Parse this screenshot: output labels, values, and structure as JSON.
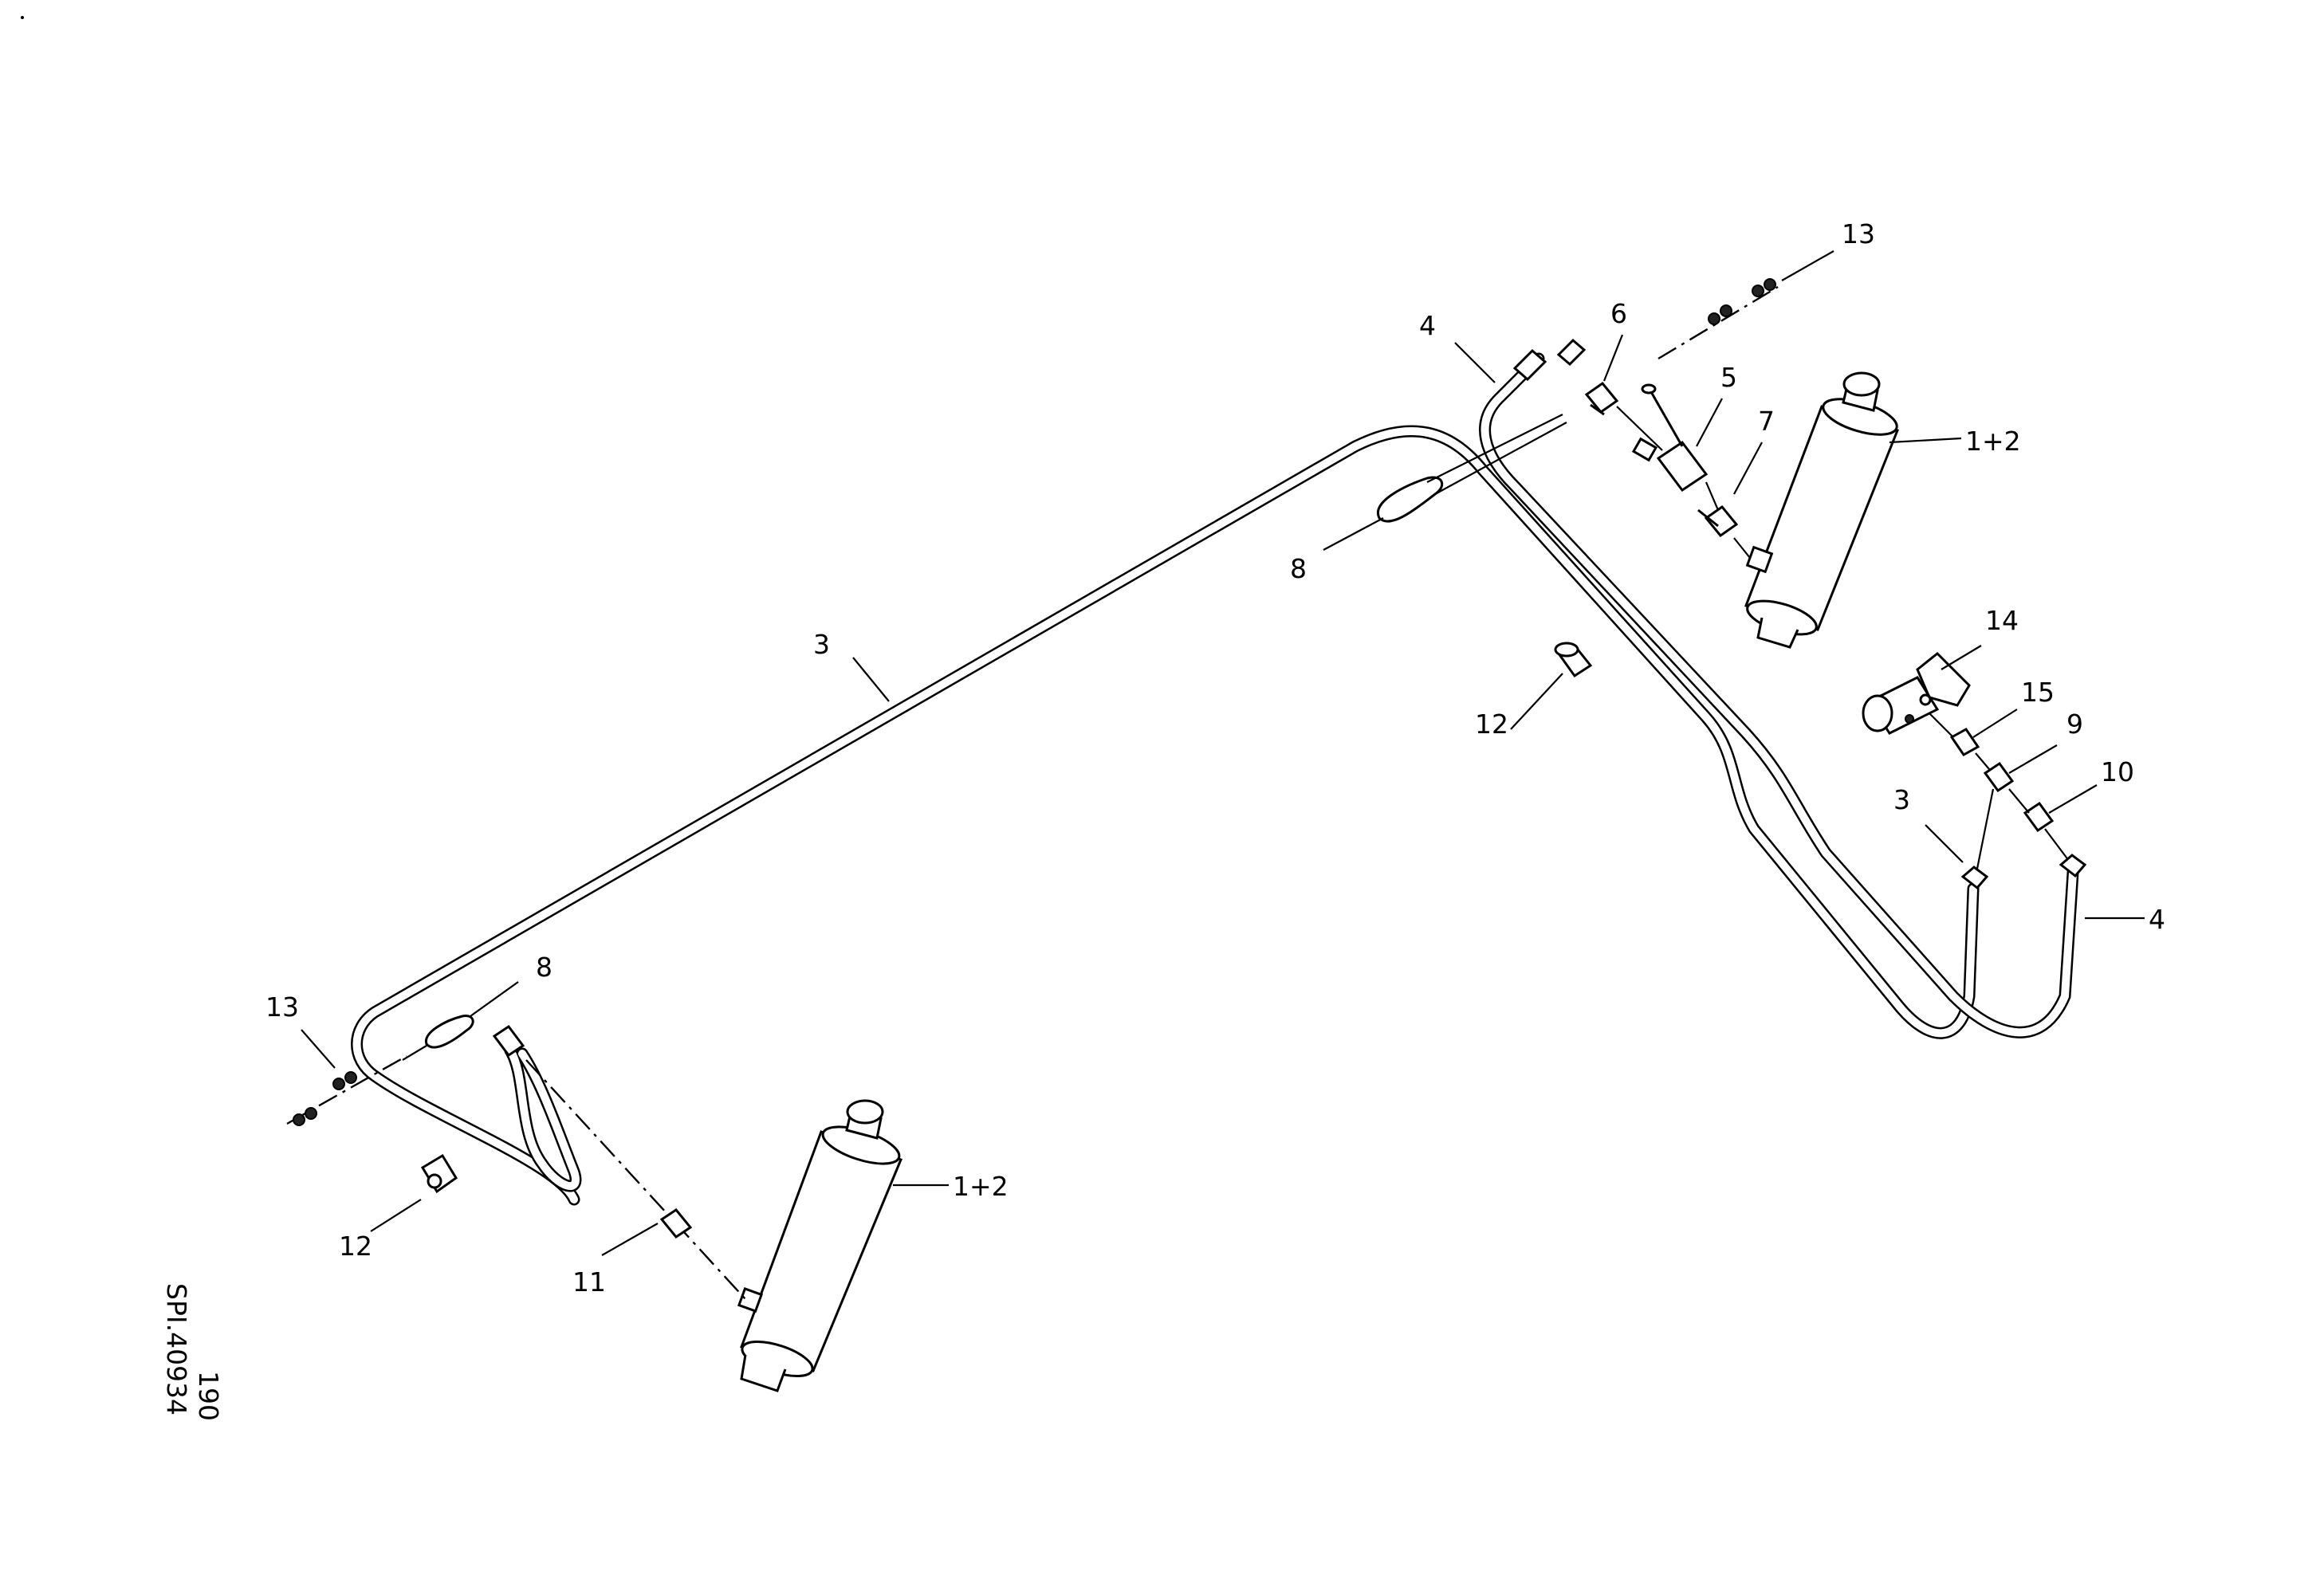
{
  "drawing": {
    "code": "SPI.40934",
    "sheet": "190"
  },
  "callouts": {
    "c1": "13",
    "c2": "4",
    "c3": "6",
    "c4": "5",
    "c5": "7",
    "c6": "1+2",
    "c7": "8",
    "c8": "3",
    "c9": "12",
    "c10": "14",
    "c11": "15",
    "c12": "9",
    "c13": "10",
    "c14": "3",
    "c15": "4",
    "c16": "13",
    "c17": "8",
    "c18": "12",
    "c19": "11",
    "c20": "1+2"
  }
}
